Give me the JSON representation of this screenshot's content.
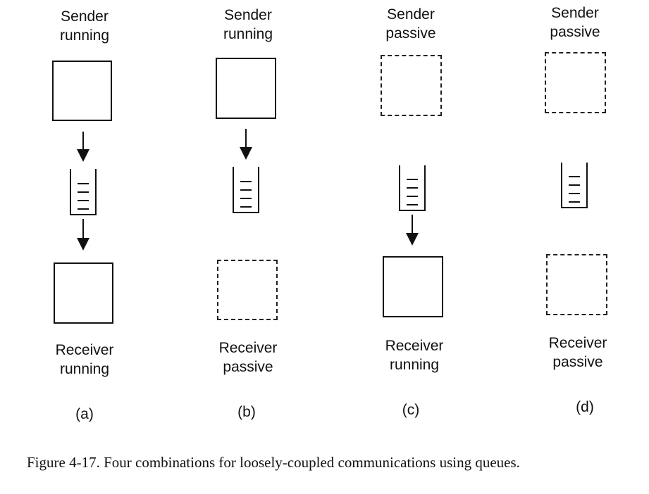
{
  "panels": [
    {
      "sender_line1": "Sender",
      "sender_line2": "running",
      "receiver_line1": "Receiver",
      "receiver_line2": "running",
      "caption": "(a)"
    },
    {
      "sender_line1": "Sender",
      "sender_line2": "running",
      "receiver_line1": "Receiver",
      "receiver_line2": "passive",
      "caption": "(b)"
    },
    {
      "sender_line1": "Sender",
      "sender_line2": "passive",
      "receiver_line1": "Receiver",
      "receiver_line2": "running",
      "caption": "(c)"
    },
    {
      "sender_line1": "Sender",
      "sender_line2": "passive",
      "receiver_line1": "Receiver",
      "receiver_line2": "passive",
      "caption": "(d)"
    }
  ],
  "figure_caption": "Figure 4-17. Four combinations for loosely-coupled communications using queues."
}
